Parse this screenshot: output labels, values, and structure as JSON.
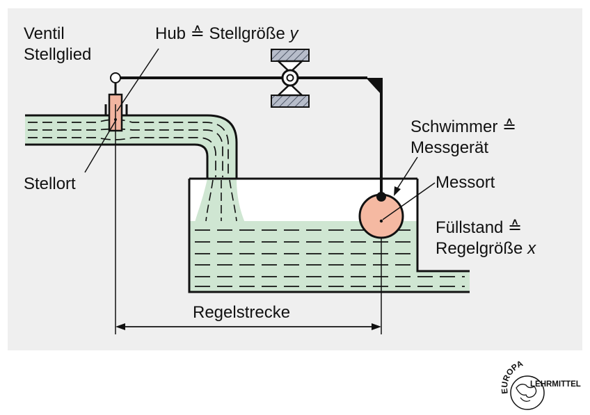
{
  "labels": {
    "ventil": "Ventil",
    "stellglied": "Stellglied",
    "hub_prefix": "Hub ≙ Stellgröße ",
    "hub_var": "y",
    "stellort": "Stellort",
    "schwimmer": "Schwimmer ≙",
    "messgeraet": "Messgerät",
    "messort": "Messort",
    "fuellstand": "Füllstand ≙",
    "regelgroesse_prefix": "Regelgröße ",
    "regelgroesse_var": "x",
    "regelstrecke": "Regelstrecke"
  },
  "logo": {
    "top": "EUROPA",
    "bottom": "LEHRMITTEL"
  },
  "colors": {
    "background_panel": "#efefef",
    "water": "#cfe6d2",
    "valve_body": "#f2b5a0",
    "float": "#f5b9a2",
    "hatch": "#9aa3b5",
    "line": "#111111"
  }
}
